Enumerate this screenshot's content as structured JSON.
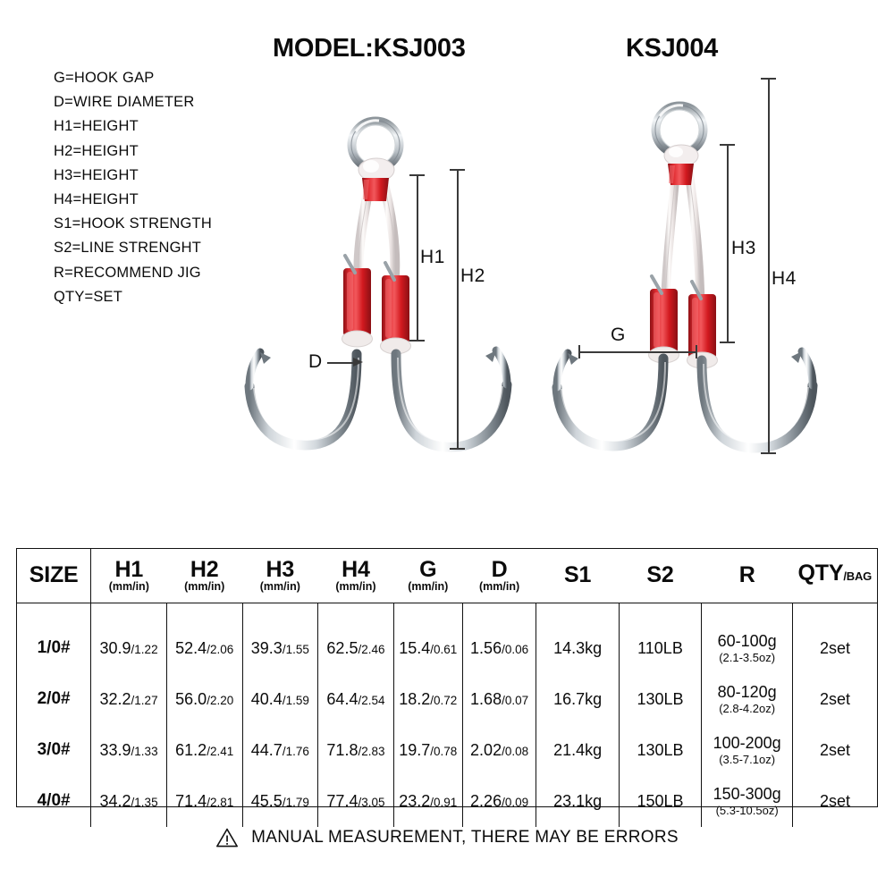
{
  "legend": {
    "lines": [
      "G=HOOK GAP",
      "D=WIRE DIAMETER",
      "H1=HEIGHT",
      "H2=HEIGHT",
      "H3=HEIGHT",
      "H4=HEIGHT",
      "S1=HOOK STRENGTH",
      "S2=LINE STRENGHT",
      "R=RECOMMEND JIG",
      "QTY=SET"
    ]
  },
  "titles": {
    "left": "MODEL:KSJ003",
    "right": "KSJ004"
  },
  "diagram": {
    "left_labels": {
      "h1": "H1",
      "h2": "H2",
      "d": "D"
    },
    "right_labels": {
      "h3": "H3",
      "h4": "H4",
      "g": "G"
    },
    "colors": {
      "steel_light": "#f2f4f6",
      "steel_mid": "#b9c0c6",
      "steel_dark": "#5d666e",
      "red": "#d81f24",
      "red_dark": "#a4141a",
      "cord_white": "#f6f2f1",
      "cord_shade": "#d8d2d2",
      "line": "#3a3a3a"
    }
  },
  "table": {
    "columns": [
      {
        "main": "SIZE",
        "sub": ""
      },
      {
        "main": "H1",
        "sub": "(mm/in)"
      },
      {
        "main": "H2",
        "sub": "(mm/in)"
      },
      {
        "main": "H3",
        "sub": "(mm/in)"
      },
      {
        "main": "H4",
        "sub": "(mm/in)"
      },
      {
        "main": "G",
        "sub": "(mm/in)"
      },
      {
        "main": "D",
        "sub": "(mm/in)"
      },
      {
        "main": "S1",
        "sub": ""
      },
      {
        "main": "S2",
        "sub": ""
      },
      {
        "main": "R",
        "sub": ""
      },
      {
        "main": "QTY",
        "sup": "/BAG",
        "sub": ""
      }
    ],
    "rows": [
      {
        "size": "1/0#",
        "h1_mm": "30.9",
        "h1_in": "/1.22",
        "h2_mm": "52.4",
        "h2_in": "/2.06",
        "h3_mm": "39.3",
        "h3_in": "/1.55",
        "h4_mm": "62.5",
        "h4_in": "/2.46",
        "g_mm": "15.4",
        "g_in": "/0.61",
        "d_mm": "1.56",
        "d_in": "/0.06",
        "s1": "14.3kg",
        "s2": "110LB",
        "r_main": "60-100g",
        "r_sub": "(2.1-3.5oz)",
        "qty": "2set"
      },
      {
        "size": "2/0#",
        "h1_mm": "32.2",
        "h1_in": "/1.27",
        "h2_mm": "56.0",
        "h2_in": "/2.20",
        "h3_mm": "40.4",
        "h3_in": "/1.59",
        "h4_mm": "64.4",
        "h4_in": "/2.54",
        "g_mm": "18.2",
        "g_in": "/0.72",
        "d_mm": "1.68",
        "d_in": "/0.07",
        "s1": "16.7kg",
        "s2": "130LB",
        "r_main": "80-120g",
        "r_sub": "(2.8-4.2oz)",
        "qty": "2set"
      },
      {
        "size": "3/0#",
        "h1_mm": "33.9",
        "h1_in": "/1.33",
        "h2_mm": "61.2",
        "h2_in": "/2.41",
        "h3_mm": "44.7",
        "h3_in": "/1.76",
        "h4_mm": "71.8",
        "h4_in": "/2.83",
        "g_mm": "19.7",
        "g_in": "/0.78",
        "d_mm": "2.02",
        "d_in": "/0.08",
        "s1": "21.4kg",
        "s2": "130LB",
        "r_main": "100-200g",
        "r_sub": "(3.5-7.1oz)",
        "qty": "2set"
      },
      {
        "size": "4/0#",
        "h1_mm": "34.2",
        "h1_in": "/1.35",
        "h2_mm": "71.4",
        "h2_in": "/2.81",
        "h3_mm": "45.5",
        "h3_in": "/1.79",
        "h4_mm": "77.4",
        "h4_in": "/3.05",
        "g_mm": "23.2",
        "g_in": "/0.91",
        "d_mm": "2.26",
        "d_in": "/0.09",
        "s1": "23.1kg",
        "s2": "150LB",
        "r_main": "150-300g",
        "r_sub": "(5.3-10.5oz)",
        "qty": "2set"
      }
    ]
  },
  "footer": {
    "icon": "warning-triangle-icon",
    "text": "MANUAL MEASUREMENT, THERE MAY BE ERRORS"
  }
}
